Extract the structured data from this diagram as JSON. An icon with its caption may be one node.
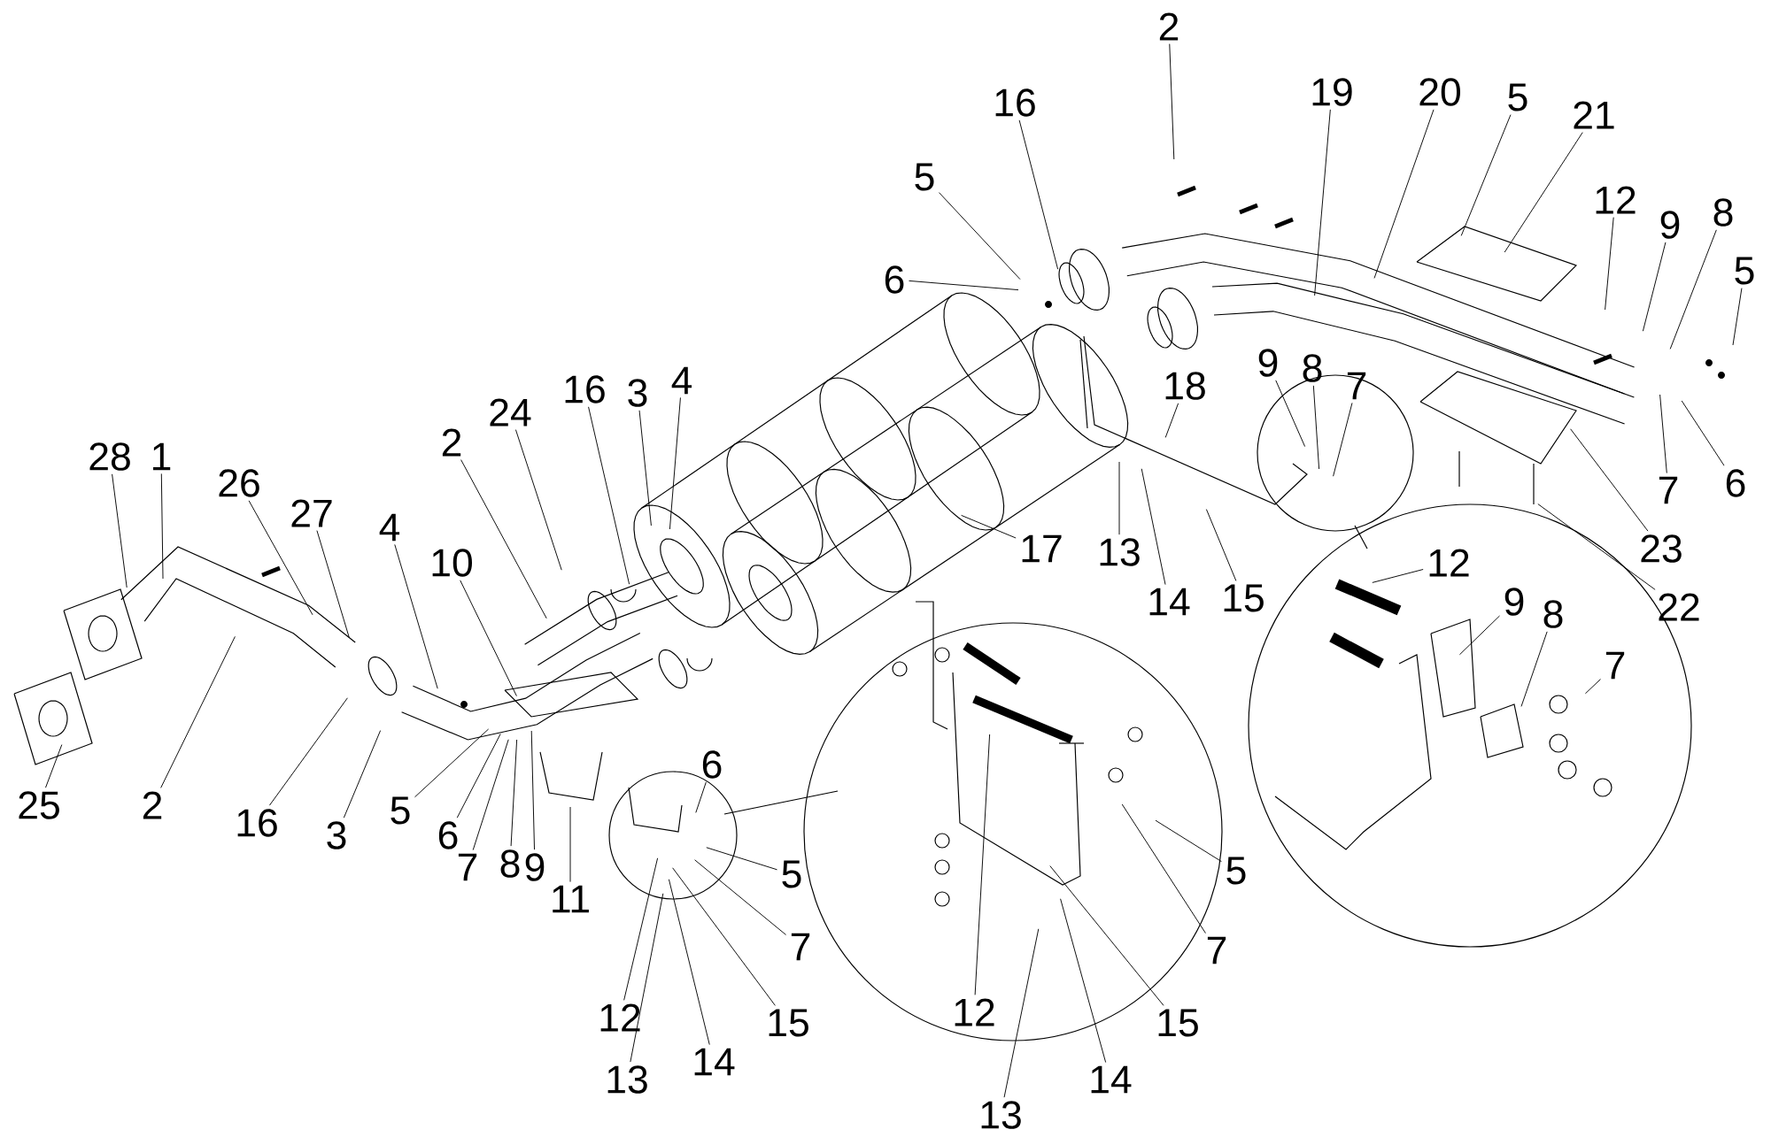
{
  "diagram": {
    "nodes": [
      {
        "text": [
          "28"
        ]
      },
      {
        "text": [
          "1"
        ]
      },
      {
        "text": [
          "26"
        ]
      },
      {
        "text": [
          "27"
        ]
      },
      {
        "text": [
          "25"
        ]
      },
      {
        "text": [
          "2"
        ]
      },
      {
        "text": [
          "16"
        ]
      },
      {
        "text": [
          "3"
        ]
      },
      {
        "text": [
          "4"
        ]
      },
      {
        "text": [
          "10"
        ]
      },
      {
        "text": [
          "2"
        ]
      },
      {
        "text": [
          "24"
        ]
      },
      {
        "text": [
          "16"
        ]
      },
      {
        "text": [
          "3"
        ]
      },
      {
        "text": [
          "4"
        ]
      },
      {
        "text": [
          "5"
        ]
      },
      {
        "text": [
          "6"
        ]
      },
      {
        "text": [
          "7"
        ]
      },
      {
        "text": [
          "8"
        ]
      },
      {
        "text": [
          "9"
        ]
      },
      {
        "text": [
          "11"
        ]
      },
      {
        "text": [
          "6"
        ]
      },
      {
        "text": [
          "5"
        ]
      },
      {
        "text": [
          "7"
        ]
      },
      {
        "text": [
          "12"
        ]
      },
      {
        "text": [
          "13"
        ]
      },
      {
        "text": [
          "14"
        ]
      },
      {
        "text": [
          "15"
        ]
      },
      {
        "text": [
          "12"
        ]
      },
      {
        "text": [
          "15"
        ]
      },
      {
        "text": [
          "14"
        ]
      },
      {
        "text": [
          "13"
        ]
      },
      {
        "text": [
          "5"
        ]
      },
      {
        "text": [
          "7"
        ]
      },
      {
        "text": [
          "17"
        ]
      },
      {
        "text": [
          "2"
        ]
      },
      {
        "text": [
          "16"
        ]
      },
      {
        "text": [
          "5"
        ]
      },
      {
        "text": [
          "6"
        ]
      },
      {
        "text": [
          "19"
        ]
      },
      {
        "text": [
          "20"
        ]
      },
      {
        "text": [
          "5"
        ]
      },
      {
        "text": [
          "21"
        ]
      },
      {
        "text": [
          "12"
        ]
      },
      {
        "text": [
          "9"
        ]
      },
      {
        "text": [
          "8"
        ]
      },
      {
        "text": [
          "5"
        ]
      },
      {
        "text": [
          "7"
        ]
      },
      {
        "text": [
          "6"
        ]
      },
      {
        "text": [
          "18"
        ]
      },
      {
        "text": [
          "9"
        ]
      },
      {
        "text": [
          "8"
        ]
      },
      {
        "text": [
          "7"
        ]
      },
      {
        "text": [
          "13"
        ]
      },
      {
        "text": [
          "14"
        ]
      },
      {
        "text": [
          "15"
        ]
      },
      {
        "text": [
          "23"
        ]
      },
      {
        "text": [
          "22"
        ]
      },
      {
        "text": [
          "12"
        ]
      },
      {
        "text": [
          "9"
        ]
      },
      {
        "text": [
          "8"
        ]
      },
      {
        "text": [
          "7"
        ]
      }
    ],
    "edges": [
      {
        "from": 0,
        "to": null,
        "arrow": "none"
      },
      {
        "from": 1,
        "to": null,
        "arrow": "none"
      },
      {
        "from": 2,
        "to": null,
        "arrow": "none"
      },
      {
        "from": 3,
        "to": null,
        "arrow": "none"
      },
      {
        "from": 4,
        "to": null,
        "arrow": "none"
      },
      {
        "from": 5,
        "to": null,
        "arrow": "none"
      },
      {
        "from": 6,
        "to": null,
        "arrow": "none"
      },
      {
        "from": 7,
        "to": null,
        "arrow": "none"
      },
      {
        "from": 8,
        "to": null,
        "arrow": "none"
      },
      {
        "from": 9,
        "to": null,
        "arrow": "none"
      },
      {
        "from": 10,
        "to": null,
        "arrow": "none"
      },
      {
        "from": 11,
        "to": null,
        "arrow": "none"
      },
      {
        "from": 12,
        "to": null,
        "arrow": "none"
      },
      {
        "from": 13,
        "to": null,
        "arrow": "none"
      },
      {
        "from": 14,
        "to": null,
        "arrow": "none"
      },
      {
        "from": 15,
        "to": null,
        "arrow": "none"
      },
      {
        "from": 16,
        "to": null,
        "arrow": "none"
      },
      {
        "from": 17,
        "to": null,
        "arrow": "none"
      },
      {
        "from": 18,
        "to": null,
        "arrow": "none"
      },
      {
        "from": 19,
        "to": null,
        "arrow": "none"
      },
      {
        "from": 20,
        "to": null,
        "arrow": "none"
      },
      {
        "from": 21,
        "to": null,
        "arrow": "none"
      },
      {
        "from": 22,
        "to": null,
        "arrow": "none"
      },
      {
        "from": 23,
        "to": null,
        "arrow": "none"
      },
      {
        "from": 24,
        "to": null,
        "arrow": "none"
      },
      {
        "from": 25,
        "to": null,
        "arrow": "none"
      },
      {
        "from": 26,
        "to": null,
        "arrow": "none"
      },
      {
        "from": 27,
        "to": null,
        "arrow": "none"
      },
      {
        "from": 28,
        "to": null,
        "arrow": "none"
      },
      {
        "from": 29,
        "to": null,
        "arrow": "none"
      },
      {
        "from": 30,
        "to": null,
        "arrow": "none"
      },
      {
        "from": 31,
        "to": null,
        "arrow": "none"
      },
      {
        "from": 32,
        "to": null,
        "arrow": "none"
      },
      {
        "from": 33,
        "to": null,
        "arrow": "none"
      },
      {
        "from": 34,
        "to": null,
        "arrow": "none"
      },
      {
        "from": 35,
        "to": null,
        "arrow": "none"
      },
      {
        "from": 36,
        "to": null,
        "arrow": "none"
      },
      {
        "from": 37,
        "to": null,
        "arrow": "none"
      },
      {
        "from": 38,
        "to": null,
        "arrow": "none"
      },
      {
        "from": 39,
        "to": null,
        "arrow": "none"
      },
      {
        "from": 40,
        "to": null,
        "arrow": "none"
      },
      {
        "from": 41,
        "to": null,
        "arrow": "none"
      },
      {
        "from": 42,
        "to": null,
        "arrow": "none"
      },
      {
        "from": 43,
        "to": null,
        "arrow": "none"
      },
      {
        "from": 44,
        "to": null,
        "arrow": "none"
      },
      {
        "from": 45,
        "to": null,
        "arrow": "none"
      },
      {
        "from": 46,
        "to": null,
        "arrow": "none"
      },
      {
        "from": 47,
        "to": null,
        "arrow": "none"
      },
      {
        "from": 48,
        "to": null,
        "arrow": "none"
      },
      {
        "from": 49,
        "to": null,
        "arrow": "none"
      },
      {
        "from": 50,
        "to": null,
        "arrow": "none"
      },
      {
        "from": 51,
        "to": null,
        "arrow": "none"
      },
      {
        "from": 52,
        "to": null,
        "arrow": "none"
      },
      {
        "from": 53,
        "to": null,
        "arrow": "none"
      },
      {
        "from": 54,
        "to": null,
        "arrow": "none"
      },
      {
        "from": 55,
        "to": null,
        "arrow": "none"
      },
      {
        "from": 56,
        "to": null,
        "arrow": "none"
      },
      {
        "from": 57,
        "to": null,
        "arrow": "none"
      },
      {
        "from": 58,
        "to": null,
        "arrow": "none"
      },
      {
        "from": 59,
        "to": null,
        "arrow": "none"
      },
      {
        "from": 60,
        "to": null,
        "arrow": "none"
      },
      {
        "from": 61,
        "to": null,
        "arrow": "none"
      }
    ]
  }
}
